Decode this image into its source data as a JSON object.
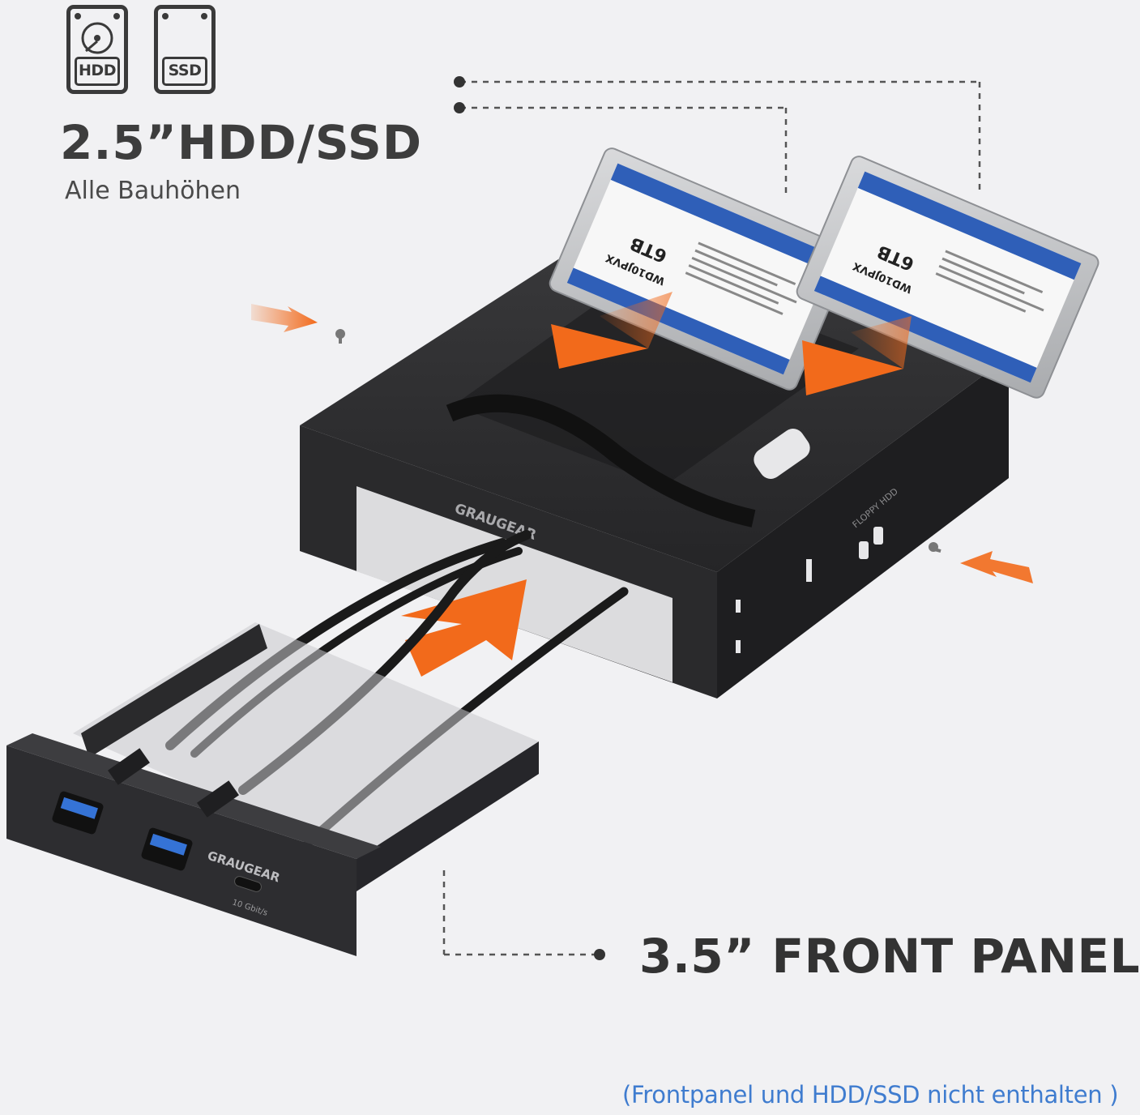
{
  "icons": {
    "hdd": {
      "label": "HDD"
    },
    "ssd": {
      "label": "SSD"
    }
  },
  "headings": {
    "top_title": "2.5”HDD/SSD",
    "top_subtitle": "Alle Bauhöhen",
    "bottom_title": "3.5” FRONT PANEL"
  },
  "footnote": "(Frontpanel und HDD/SSD nicht enthalten )",
  "product": {
    "brand": "GRAUGEAR",
    "panel_brand": "GRAUGEAR",
    "usb_c_speed": "10 Gbit/s",
    "drive_capacity": "6TB",
    "drive_model": "WD10JPVX",
    "side_label": "FLOPPY HDD"
  },
  "colors": {
    "background": "#f1f1f3",
    "accent_arrow": "#f26a1b",
    "drive_label_blue": "#2f5fb8",
    "footnote_blue": "#3f7ccf",
    "bracket": "#2b2b2d"
  }
}
